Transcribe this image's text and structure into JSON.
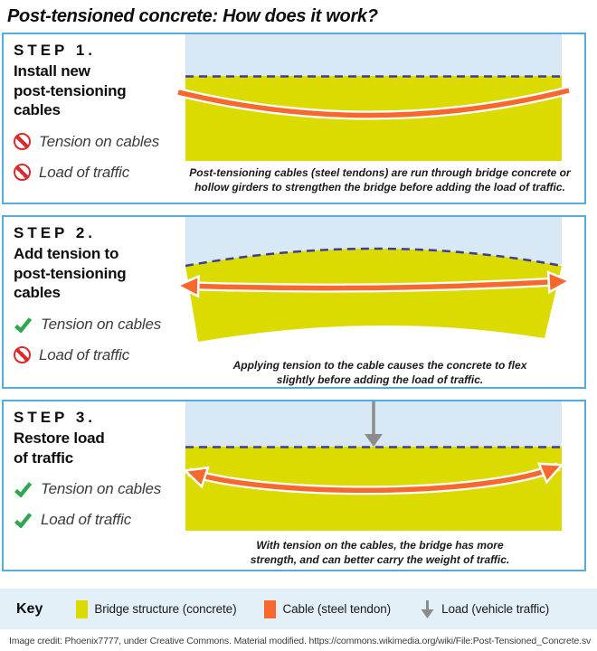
{
  "title": "Post-tensioned concrete: How does it work?",
  "colors": {
    "panel_border": "#55ACDC",
    "sky": "#D8E9F5",
    "concrete": "#DBDB02",
    "cable": "#F7682F",
    "dashed": "#3F3F8F",
    "load": "#8C8C8C",
    "check": "#2FA84F",
    "no": "#D92B2B",
    "key_bg": "#E4F0F8"
  },
  "steps": [
    {
      "label": "STEP 1.",
      "heading": "Install new\npost-tensioning\ncables",
      "items": [
        {
          "state": "no",
          "label": "Tension on cables"
        },
        {
          "state": "no",
          "label": "Load of traffic"
        }
      ],
      "caption": "Post-tensioning cables (steel tendons) are run through bridge concrete or\nhollow girders to strengthen the bridge before adding the load of traffic."
    },
    {
      "label": "STEP 2.",
      "heading": "Add tension to\npost-tensioning\ncables",
      "items": [
        {
          "state": "yes",
          "label": "Tension on cables"
        },
        {
          "state": "no",
          "label": "Load of traffic"
        }
      ],
      "caption": "Applying tension to the cable causes the concrete to flex\nslightly before adding the load of traffic."
    },
    {
      "label": "STEP 3.",
      "heading": "Restore load\nof traffic",
      "items": [
        {
          "state": "yes",
          "label": "Tension on cables"
        },
        {
          "state": "yes",
          "label": "Load of traffic"
        }
      ],
      "caption": "With tension on the cables, the bridge has more\nstrength, and can better carry the weight of traffic."
    }
  ],
  "key": {
    "label": "Key",
    "items": [
      {
        "label": "Bridge structure (concrete)"
      },
      {
        "label": "Cable (steel tendon)"
      },
      {
        "label": "Load (vehicle traffic)"
      }
    ]
  },
  "credit": "Image credit: Phoenix7777, under Creative Commons. Material modified. https://commons.wikimedia.org/wiki/File:Post-Tensioned_Concrete.sv"
}
